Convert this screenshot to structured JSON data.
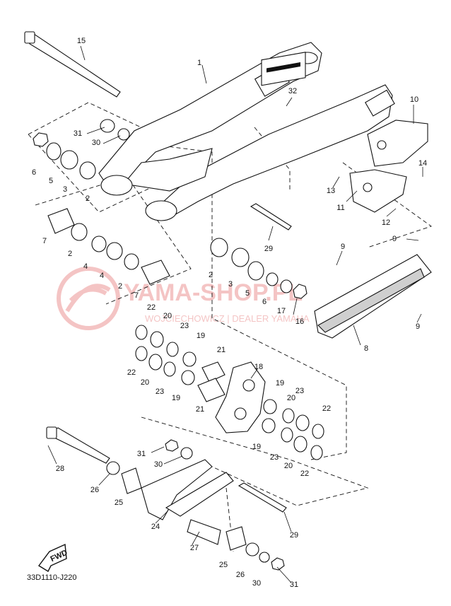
{
  "diagram": {
    "code": "33D1110-J220",
    "fwd_label": "FWD",
    "watermark": {
      "brand": "YAMA-SHOP.PL",
      "subtitle": "WOJCIECHOWICZ | DEALER YAMAHA"
    },
    "callouts": [
      "1",
      "2",
      "3",
      "4",
      "5",
      "6",
      "7",
      "8",
      "9",
      "10",
      "11",
      "12",
      "13",
      "14",
      "15",
      "16",
      "17",
      "18",
      "19",
      "20",
      "21",
      "22",
      "23",
      "24",
      "25",
      "26",
      "27",
      "28",
      "29",
      "30",
      "31",
      "32"
    ]
  }
}
